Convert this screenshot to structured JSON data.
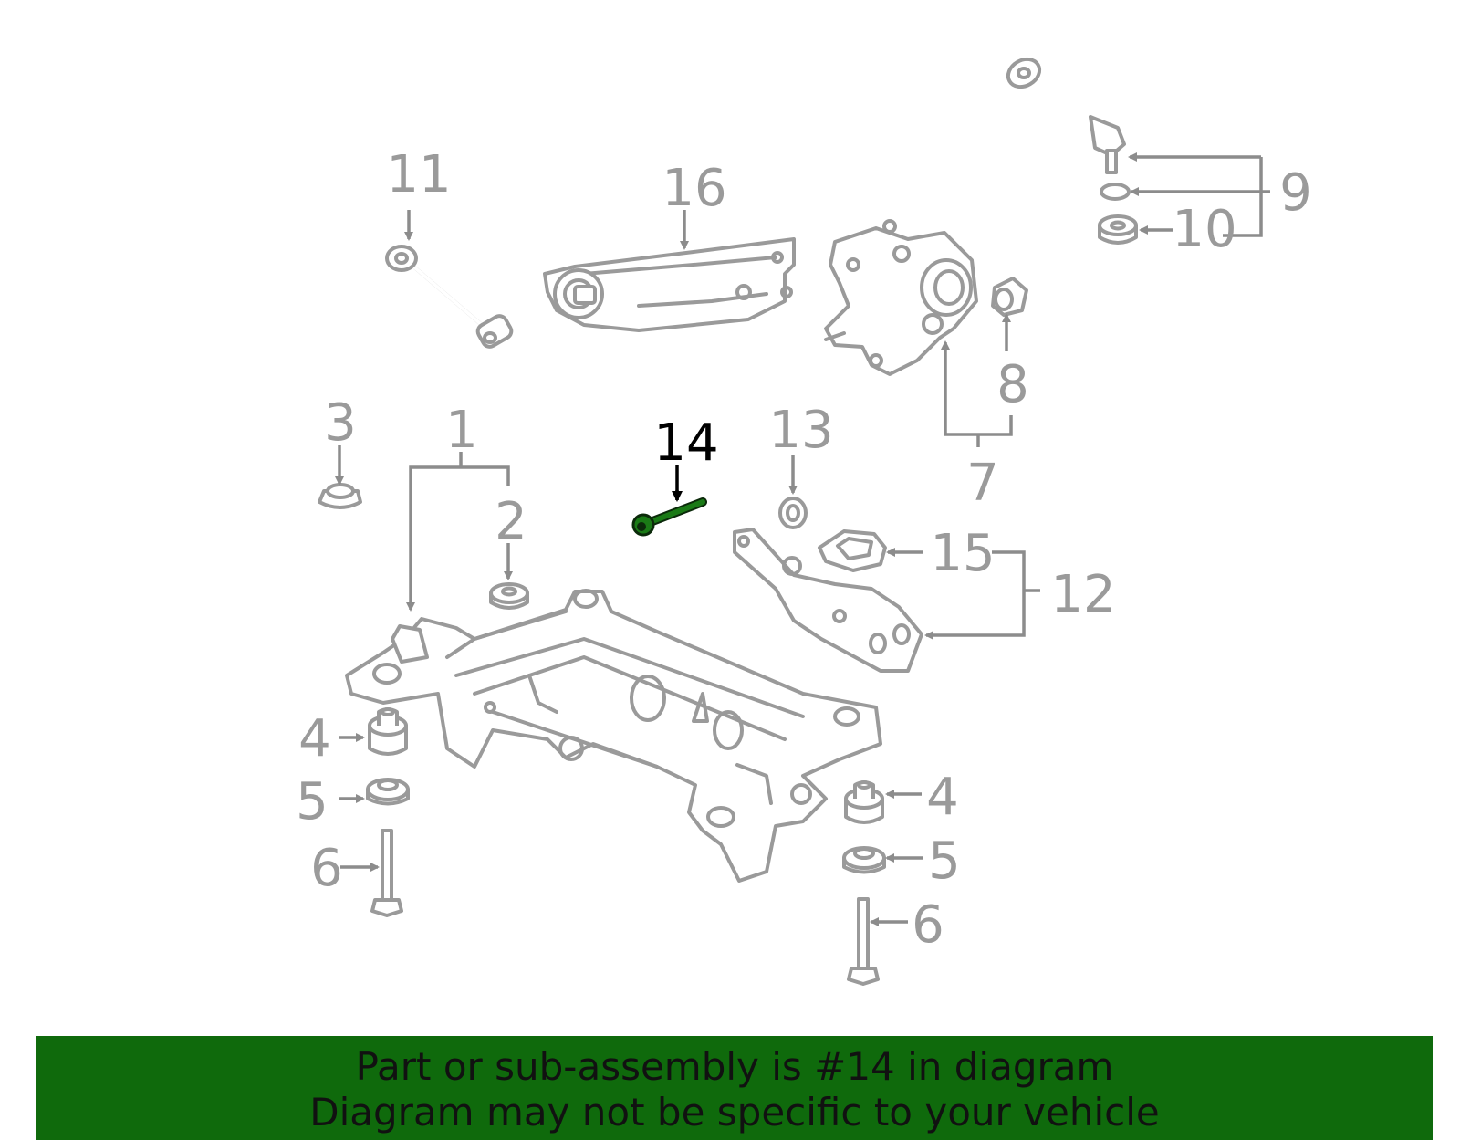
{
  "diagram": {
    "callouts": [
      "1",
      "2",
      "3",
      "4",
      "5",
      "6",
      "7",
      "8",
      "9",
      "10",
      "11",
      "12",
      "13",
      "14",
      "15",
      "16",
      "4",
      "5",
      "6"
    ],
    "highlighted_part": "14",
    "colors": {
      "part_gray": "#9a9a9a",
      "highlight": "#0f6a0c",
      "banner_bg": "#0f6a0c"
    }
  },
  "banner": {
    "line1": "Part or sub-assembly is #14 in diagram",
    "line2": "Diagram may not be specific to your vehicle"
  }
}
